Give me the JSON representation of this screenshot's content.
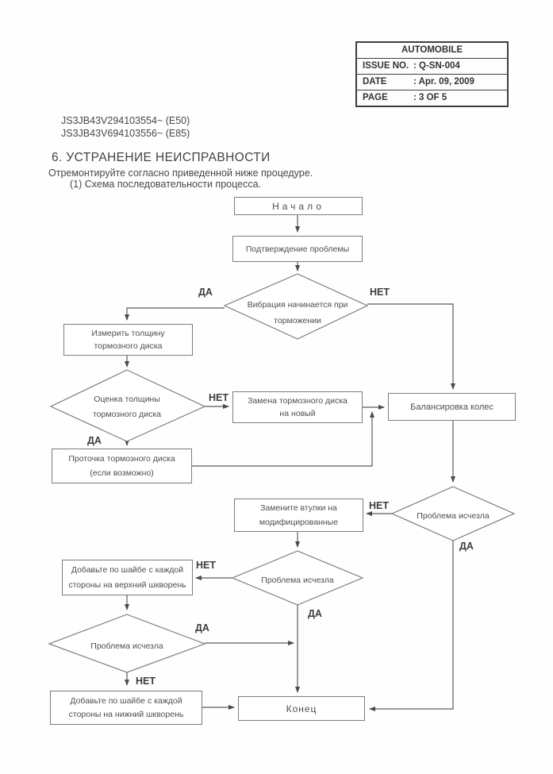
{
  "header_table": {
    "title": "AUTOMOBILE",
    "rows": [
      {
        "label": "ISSUE NO.",
        "value": ": Q-SN-004"
      },
      {
        "label": "DATE",
        "value": ": Apr. 09, 2009"
      },
      {
        "label": "PAGE",
        "value": ": 3 OF 5"
      }
    ]
  },
  "document": {
    "vin_codes": [
      "JS3JB43V294103554~ (E50)",
      "JS3JB43V694103556~ (E85)"
    ],
    "section_title": "6. УСТРАНЕНИЕ НЕИСПРАВНОСТИ",
    "intro": "Отремонтируйте согласно приведенной ниже процедуре.",
    "list_item": "(1) Схема последовательности процесса."
  },
  "flowchart": {
    "labels": {
      "yes": "ДА",
      "no": "НЕТ"
    },
    "nodes": {
      "start": "Начало",
      "confirm_problem": "Подтверждение проблемы",
      "decision_vibration": {
        "line1": "Вибрация начинается при",
        "line2": "торможении"
      },
      "measure_disc": {
        "line1": "Измерить толщину",
        "line2": "тормозного диска"
      },
      "decision_thickness": {
        "line1": "Оценка толщины",
        "line2": "тормозного диска"
      },
      "replace_disc": {
        "line1": "Замена тормозного диска",
        "line2": "на новый"
      },
      "wheel_balancing": "Балансировка колес",
      "machine_disc": {
        "line1": "Проточка тормозного диска",
        "line2": "(если возможно)"
      },
      "replace_bushings": {
        "line1": "Замените втулки на",
        "line2": "модифицированные"
      },
      "decision_problem_right": "Проблема исчезла",
      "decision_problem_middle": "Проблема исчезла",
      "decision_problem_left": "Проблема исчезла",
      "upper_shim": {
        "line1": "Добавьте по шайбе с каждой",
        "line2": "стороны на верхний шкворень"
      },
      "lower_shim": {
        "line1": "Добавьте по шайбе с каждой",
        "line2": "стороны на нижний шкворень"
      },
      "end": "Конец"
    }
  }
}
